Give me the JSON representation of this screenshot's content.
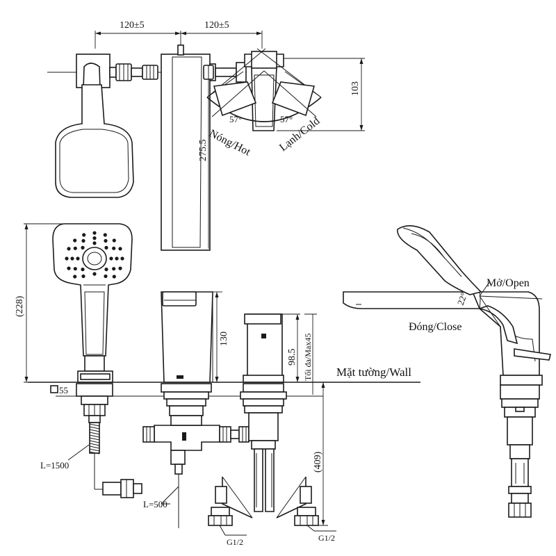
{
  "labels": {
    "dim_left_top": "120±5",
    "dim_right_top": "120±5",
    "dim_103": "103",
    "dim_2755": "275.5",
    "angle_hot": "57°",
    "angle_cold": "57°",
    "hot": "Nóng/Hot",
    "cold": "Lạnh/Cold",
    "dim_228": "(228)",
    "dim_130": "130",
    "dim_985": "98.5",
    "max45": "Tối đa/Max45",
    "wall": "Mặt tường/Wall",
    "square55": "55",
    "dim_409": "(409)",
    "hose_1500": "L=1500",
    "hose_500": "L=500",
    "thread_left": "G1/2",
    "thread_right": "G1/2",
    "open": "Mở/Open",
    "angle_22": "22°",
    "close": "Đóng/Close"
  }
}
